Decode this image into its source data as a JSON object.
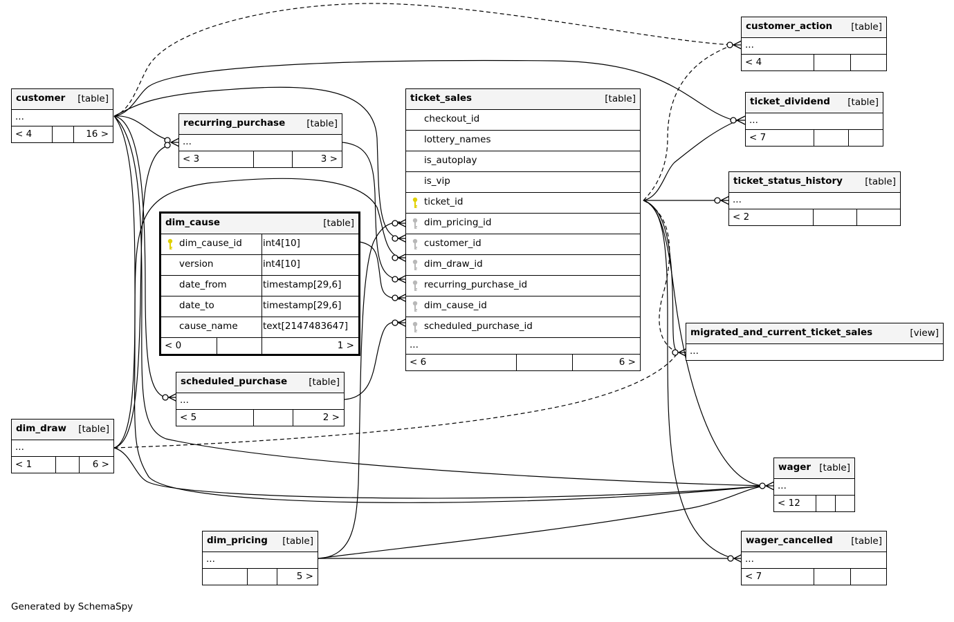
{
  "footer_text": "Generated by SchemaSpy",
  "key_colors": {
    "primary": "#e0d000",
    "foreign": "#b8b8b8"
  },
  "tables": {
    "customer_action": {
      "name": "customer_action",
      "type": "[table]",
      "ellipsis": "...",
      "parents": "< 4",
      "children": ""
    },
    "ticket_dividend": {
      "name": "ticket_dividend",
      "type": "[table]",
      "ellipsis": "...",
      "parents": "< 7",
      "children": ""
    },
    "ticket_status_history": {
      "name": "ticket_status_history",
      "type": "[table]",
      "ellipsis": "...",
      "parents": "< 2",
      "children": ""
    },
    "migrated": {
      "name": "migrated_and_current_ticket_sales",
      "type": "[view]",
      "ellipsis": "..."
    },
    "wager": {
      "name": "wager",
      "type": "[table]",
      "ellipsis": "...",
      "parents": "< 12",
      "children": ""
    },
    "wager_cancelled": {
      "name": "wager_cancelled",
      "type": "[table]",
      "ellipsis": "...",
      "parents": "< 7",
      "children": ""
    },
    "customer": {
      "name": "customer",
      "type": "[table]",
      "ellipsis": "...",
      "parents": "< 4",
      "children": "16 >"
    },
    "recurring_purchase": {
      "name": "recurring_purchase",
      "type": "[table]",
      "ellipsis": "...",
      "parents": "< 3",
      "children": "3 >"
    },
    "scheduled_purchase": {
      "name": "scheduled_purchase",
      "type": "[table]",
      "ellipsis": "...",
      "parents": "< 5",
      "children": "2 >"
    },
    "dim_draw": {
      "name": "dim_draw",
      "type": "[table]",
      "ellipsis": "...",
      "parents": "< 1",
      "children": "6 >"
    },
    "dim_pricing": {
      "name": "dim_pricing",
      "type": "[table]",
      "ellipsis": "...",
      "parents": "",
      "children": "5 >"
    },
    "dim_cause": {
      "name": "dim_cause",
      "type": "[table]",
      "parents": "< 0",
      "children": "1 >",
      "columns": [
        {
          "name": "dim_cause_id",
          "type": "int4[10]",
          "key": "primary"
        },
        {
          "name": "version",
          "type": "int4[10]",
          "key": ""
        },
        {
          "name": "date_from",
          "type": "timestamp[29,6]",
          "key": ""
        },
        {
          "name": "date_to",
          "type": "timestamp[29,6]",
          "key": ""
        },
        {
          "name": "cause_name",
          "type": "text[2147483647]",
          "key": ""
        }
      ]
    },
    "ticket_sales": {
      "name": "ticket_sales",
      "type": "[table]",
      "ellipsis": "...",
      "parents": "< 6",
      "children": "6 >",
      "columns": [
        {
          "name": "checkout_id",
          "key": ""
        },
        {
          "name": "lottery_names",
          "key": ""
        },
        {
          "name": "is_autoplay",
          "key": ""
        },
        {
          "name": "is_vip",
          "key": ""
        },
        {
          "name": "ticket_id",
          "key": "primary"
        },
        {
          "name": "dim_pricing_id",
          "key": "foreign"
        },
        {
          "name": "customer_id",
          "key": "foreign"
        },
        {
          "name": "dim_draw_id",
          "key": "foreign"
        },
        {
          "name": "recurring_purchase_id",
          "key": "foreign"
        },
        {
          "name": "dim_cause_id",
          "key": "foreign"
        },
        {
          "name": "scheduled_purchase_id",
          "key": "foreign"
        }
      ]
    }
  }
}
